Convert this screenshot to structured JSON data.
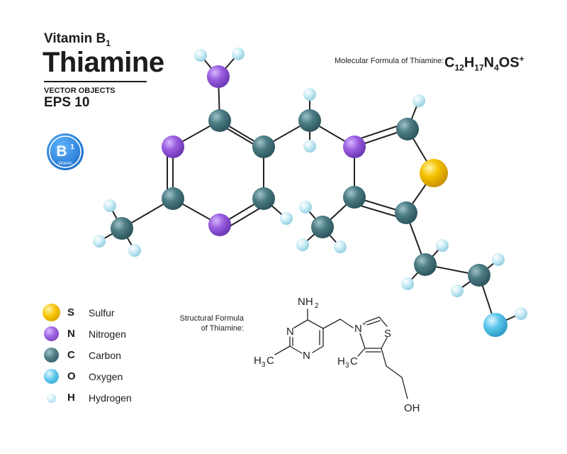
{
  "header": {
    "subtitle_main": "Vitamin B",
    "subtitle_sub": "1",
    "title": "Thiamine",
    "vector_label": "VECTOR OBJECTS",
    "eps_label": "EPS 10"
  },
  "badge": {
    "letter": "B",
    "sup": "1",
    "caption": "Vitamin"
  },
  "formula": {
    "caption": "Molecular Formula of Thiamine:",
    "parts": [
      "C",
      "12",
      "H",
      "17",
      "N",
      "4",
      "OS",
      "+"
    ]
  },
  "structural": {
    "caption_line1": "Structural Formula",
    "caption_line2": "of Thiamine:",
    "labels": {
      "nh2_n": "NH",
      "nh2_sub": "2",
      "ring_n1": "N",
      "ring_n2": "N",
      "n_plus": "N",
      "n_plus_sup": "+",
      "s": "S",
      "ch3_left_h": "H",
      "ch3_left_sub": "3",
      "ch3_left_c": "C",
      "ch3_right_h": "H",
      "ch3_right_sub": "3",
      "ch3_right_c": "C",
      "oh": "OH"
    }
  },
  "legend": [
    {
      "symbol": "S",
      "name": "Sulfur",
      "color": "#f5c200"
    },
    {
      "symbol": "N",
      "name": "Nitrogen",
      "color": "#9b5fe0"
    },
    {
      "symbol": "C",
      "name": "Carbon",
      "color": "#4c7c84"
    },
    {
      "symbol": "O",
      "name": "Oxygen",
      "color": "#5ec8ee"
    },
    {
      "symbol": "H",
      "name": "Hydrogen",
      "color": "#c6eaf5"
    }
  ],
  "colors": {
    "sulfur": "#f5c200",
    "nitrogen": "#9b5fe0",
    "carbon": "#4c7c84",
    "oxygen": "#5ec8ee",
    "hydrogen": "#c6eaf5",
    "badge": "#2e86de"
  }
}
